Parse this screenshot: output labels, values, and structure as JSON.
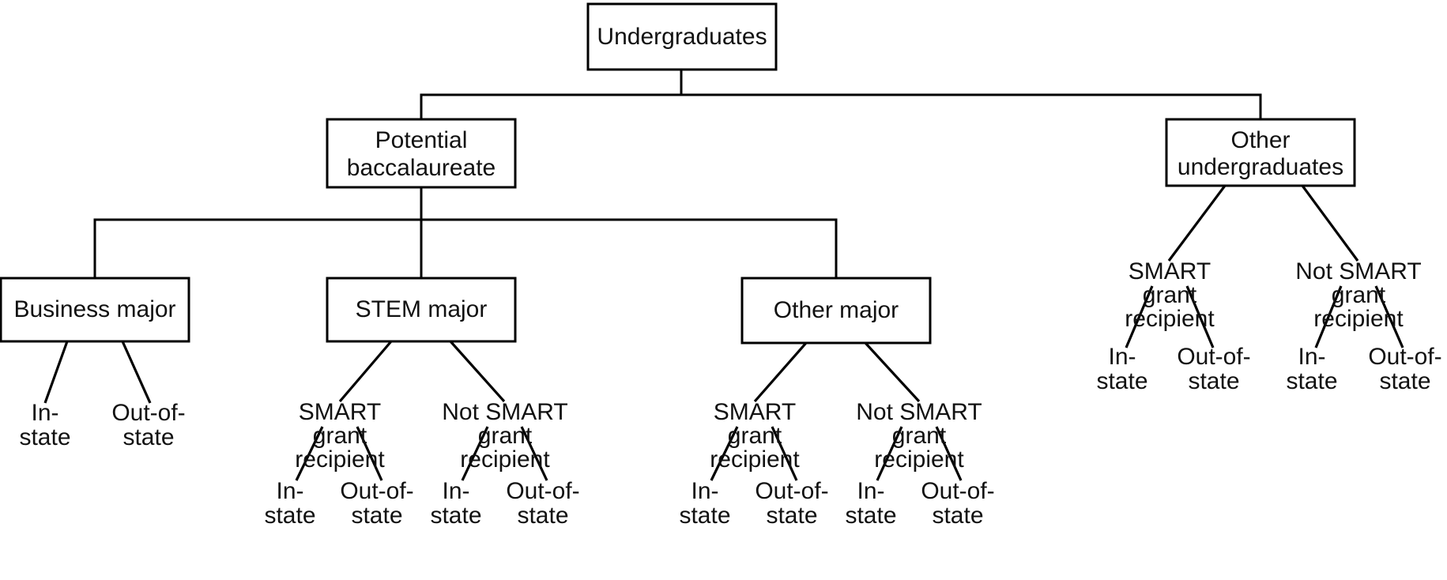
{
  "diagram": {
    "title": "Undergraduates classification tree",
    "type": "tree-diagram",
    "background_color": "#ffffff",
    "line_color": "#000000",
    "text_color": "#111111",
    "root": {
      "label": "Undergraduates"
    },
    "level2": {
      "potential_baccalaureate": {
        "line1": "Potential",
        "line2": "baccalaureate"
      },
      "other_undergraduates": {
        "line1": "Other",
        "line2": "undergraduates"
      }
    },
    "level3": {
      "business_major": "Business major",
      "stem_major": "STEM major",
      "other_major": "Other major"
    },
    "grant_labels": {
      "smart": {
        "line1": "SMART",
        "line2": "grant",
        "line3": "recipient"
      },
      "not_smart": {
        "line1": "Not SMART",
        "line2": "grant",
        "line3": "recipient"
      }
    },
    "residency_labels": {
      "in_state": {
        "line1": "In-",
        "line2": "state"
      },
      "out_of_state": {
        "line1": "Out-of-",
        "line2": "state"
      }
    },
    "leaves": {
      "business_in_state": {
        "line1": "In-",
        "line2": "state"
      },
      "business_out_of_state": {
        "line1": "Out-of-",
        "line2": "state"
      },
      "stem_smart_in_state": {
        "line1": "In-",
        "line2": "state"
      },
      "stem_smart_out_of_state": {
        "line1": "Out-of-",
        "line2": "state"
      },
      "stem_notsmart_in_state": {
        "line1": "In-",
        "line2": "state"
      },
      "stem_notsmart_out_of_state": {
        "line1": "Out-of-",
        "line2": "state"
      },
      "other_smart_in_state": {
        "line1": "In-",
        "line2": "state"
      },
      "other_smart_out_of_state": {
        "line1": "Out-of-",
        "line2": "state"
      },
      "other_notsmart_in_state": {
        "line1": "In-",
        "line2": "state"
      },
      "other_notsmart_out_of_state": {
        "line1": "Out-of-",
        "line2": "state"
      },
      "ou_smart_in_state": {
        "line1": "In-",
        "line2": "state"
      },
      "ou_smart_out_of_state": {
        "line1": "Out-of-",
        "line2": "state"
      },
      "ou_notsmart_in_state": {
        "line1": "In-",
        "line2": "state"
      },
      "ou_notsmart_out_of_state": {
        "line1": "Out-of-",
        "line2": "state"
      }
    }
  }
}
